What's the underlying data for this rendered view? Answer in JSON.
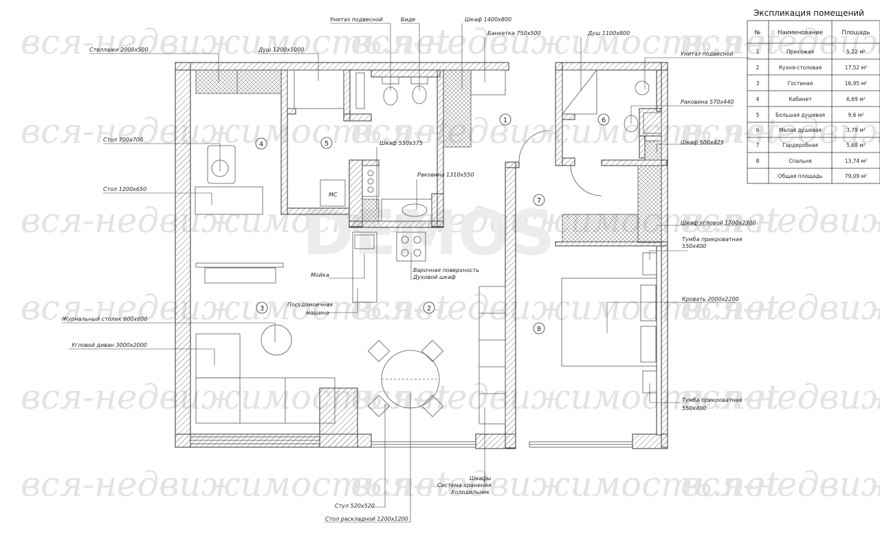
{
  "watermark": {
    "text": "вся-недвижимость.net",
    "stamp": "DEMOS"
  },
  "explication": {
    "title": "Экспликация помещений",
    "headers": [
      "№",
      "Наименование",
      "Площадь"
    ],
    "rows": [
      [
        "1",
        "Прихожая",
        "5,22 м²"
      ],
      [
        "2",
        "Кухня-столовая",
        "17,52 м²"
      ],
      [
        "3",
        "Гостиная",
        "16,95 м²"
      ],
      [
        "4",
        "Кабинет",
        "6,69 м²"
      ],
      [
        "5",
        "Большая душевая",
        "9,6 м²"
      ],
      [
        "6",
        "Малая душевая",
        "3,79 м²"
      ],
      [
        "7",
        "Гардеробная",
        "5,68 м²"
      ],
      [
        "8",
        "Спальня",
        "13,74 м²"
      ],
      [
        "",
        "Общая площадь",
        "79,09 м²"
      ]
    ]
  },
  "rooms": [
    "1",
    "2",
    "3",
    "4",
    "5",
    "6",
    "7",
    "8"
  ],
  "labels": {
    "racks": "Стеллажи 2000x500",
    "shower_big": "Душ 1200x1000",
    "toilet1": "Унитаз подвесной",
    "bidet": "Биде",
    "cabinet1": "Шкаф 1400x800",
    "bench": "Банкетка 750x500",
    "shower_small": "Душ 1100x800",
    "toilet2": "Унитаз подвесной",
    "sink2": "Раковина 570x440",
    "cabinet3": "Шкаф 500x425",
    "desk1": "Стол 700x700",
    "cabinet2": "Шкаф 550x375",
    "sink1": "Раковина 1310x550",
    "desk2": "Стол 1200x650",
    "wardrobe": "Шкаф угловой 1700x2300",
    "nightstand1_a": "Тумба прикроватная",
    "nightstand1_b": "550x400",
    "hob_a": "Варочная поверхность",
    "hob_b": "Духовой шкаф",
    "washer": "Мойка",
    "dishwasher_a": "Посудомоечная",
    "dishwasher_b": "машина",
    "bed": "Кровать 2000x2200",
    "coffee_table": "Журнальный столик 600x600",
    "sofa": "Угловой диван 3000x2000",
    "nightstand2_a": "Тумба прикроватная",
    "nightstand2_b": "550x400",
    "storage_a": "Шкафы",
    "storage_b": "Система хранения",
    "storage_c": "Холодильник",
    "chair": "Стул 520x520",
    "dining_table": "Стол раскладной 1200x1200",
    "mc": "МС"
  }
}
